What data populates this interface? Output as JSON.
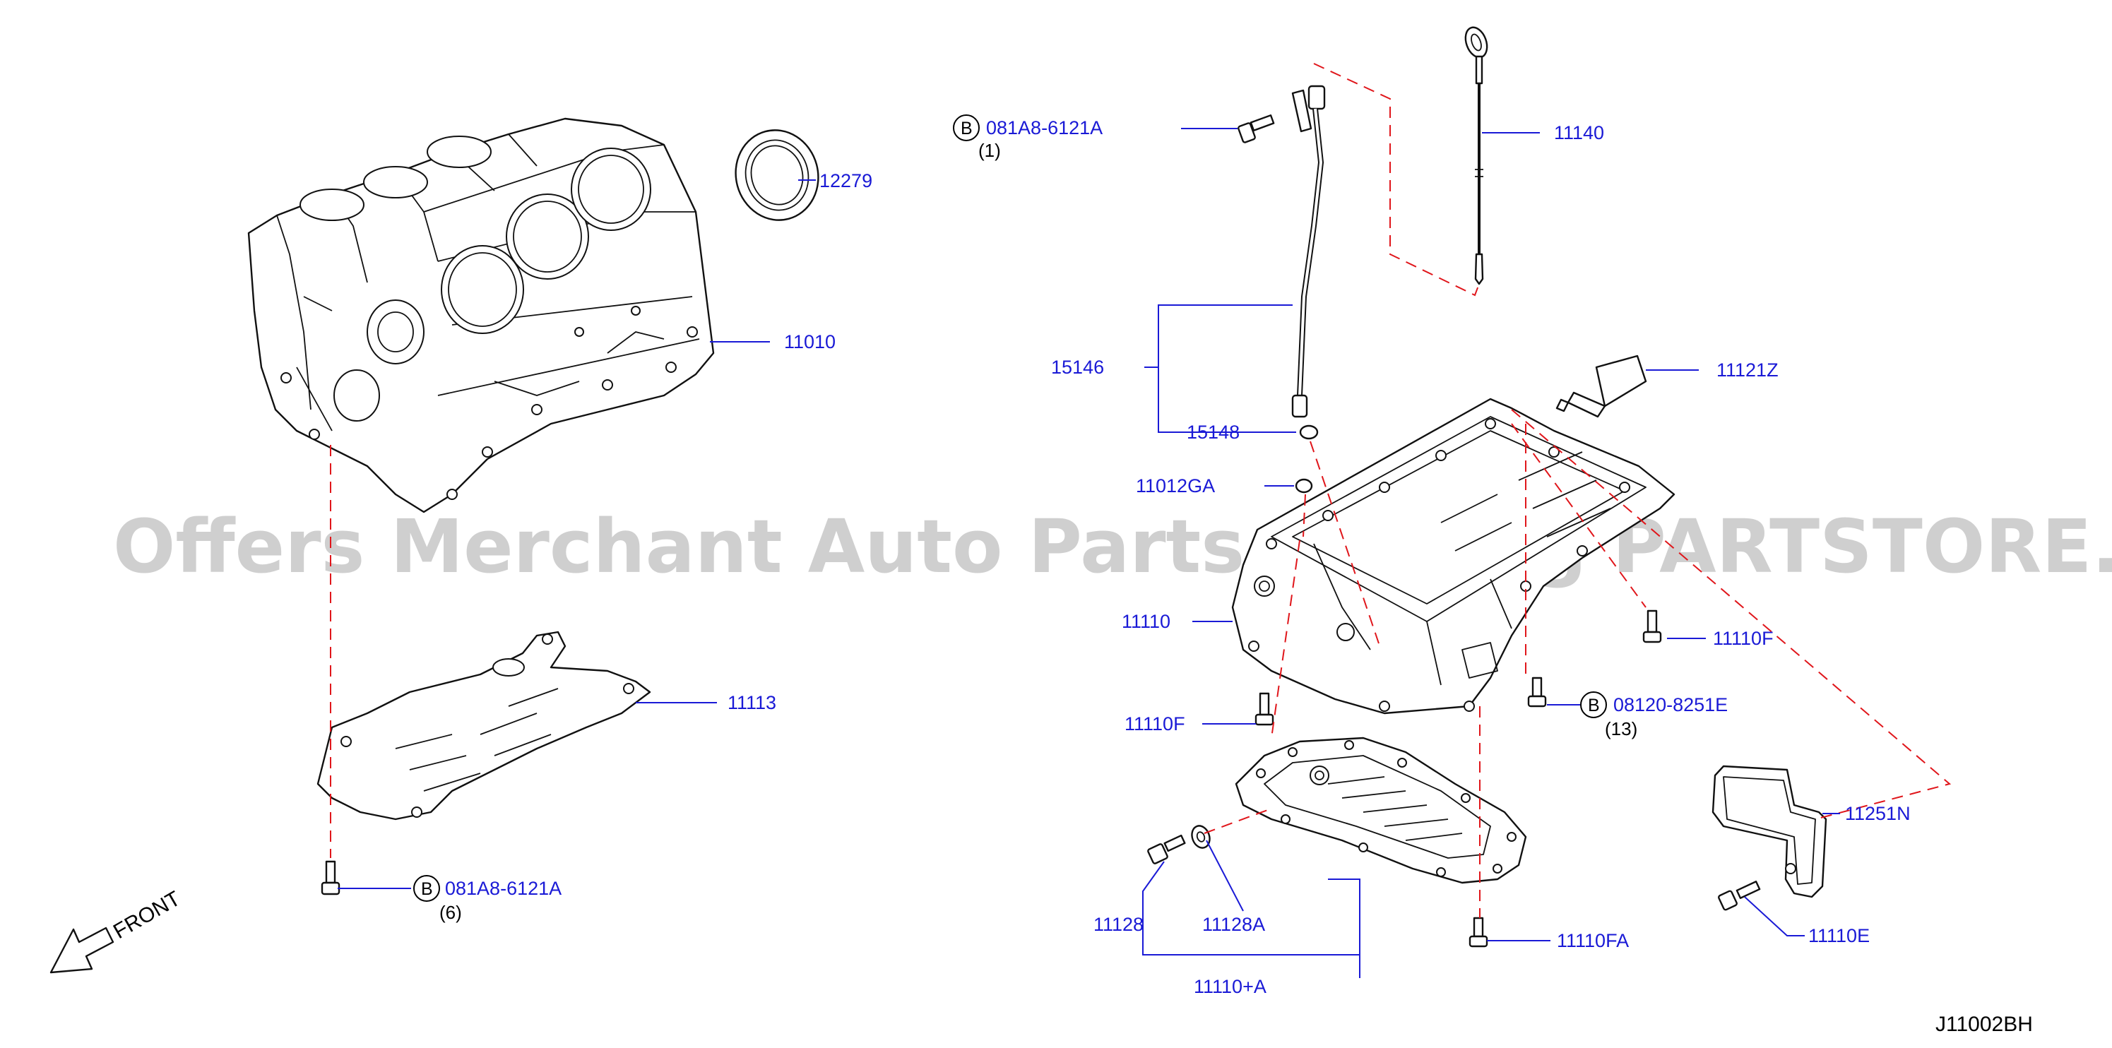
{
  "watermark": "Offers Merchant Auto Parts Catalog PARTSTORE.SA",
  "diagram_code": "J11002BH",
  "front_label": "FRONT",
  "bolt_marker": "B",
  "colors": {
    "part_label": "#1a1ad6",
    "dashed_link": "#e0161b",
    "watermark": "#c7c7c7"
  },
  "callouts": {
    "c12279": "12279",
    "c11010": "11010",
    "c11113": "11113",
    "c081a8_bottom": "081A8-6121A",
    "c081a8_bottom_qty": "(6)",
    "c081a8_top": "081A8-6121A",
    "c081a8_top_qty": "(1)",
    "c11140": "11140",
    "c15146": "15146",
    "c15148": "15148",
    "c11121z": "11121Z",
    "c11012ga": "11012GA",
    "c11110": "11110",
    "c11110f_right": "11110F",
    "c11110f_left": "11110F",
    "c08120": "08120-8251E",
    "c08120_qty": "(13)",
    "c11251n": "11251N",
    "c11128": "11128",
    "c11128a": "11128A",
    "c11110fa": "11110FA",
    "c11110e": "11110E",
    "c11110a": "11110+A"
  }
}
